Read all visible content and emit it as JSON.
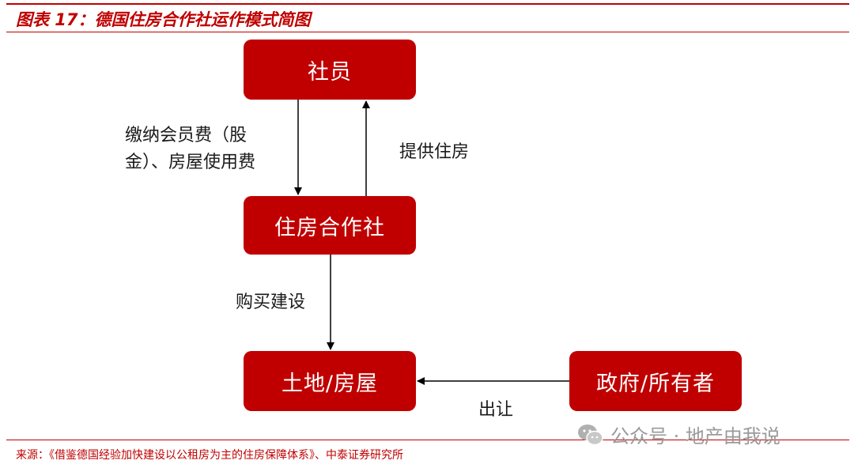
{
  "figure": {
    "title": "图表 17：德国住房合作社运作模式简图"
  },
  "nodes": {
    "member": "社员",
    "coop": "住房合作社",
    "land": "土地/房屋",
    "government": "政府/所有者"
  },
  "edges": {
    "fee_line1": "缴纳会员费（股",
    "fee_line2": "金）、房屋使用费",
    "provide_housing": "提供住房",
    "buy_build": "购买建设",
    "transfer": "出让"
  },
  "source": "来源：《借鉴德国经验加快建设以公租房为主的住房保障体系》、中泰证券研究所",
  "watermark": {
    "text": "公众号 · 地产由我说",
    "icon": "wechat-icon"
  },
  "colors": {
    "accent": "#c00000",
    "box_text": "#ffffff",
    "watermark": "#9a9a9a"
  }
}
